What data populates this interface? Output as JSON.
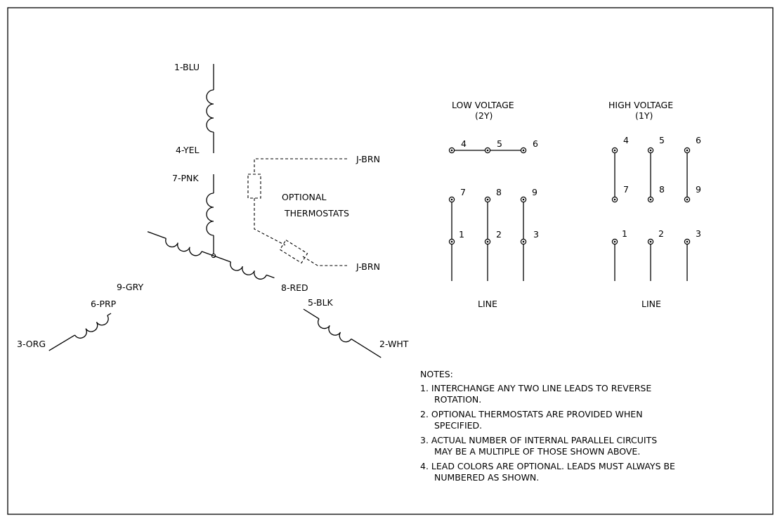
{
  "wye": {
    "leads": {
      "l1": "1-BLU",
      "l4": "4-YEL",
      "l7": "7-PNK",
      "l9": "9-GRY",
      "l6": "6-PRP",
      "l3": "3-ORG",
      "l8": "8-RED",
      "l5": "5-BLK",
      "l2": "2-WHT"
    }
  },
  "thermostats": {
    "label_line1": "OPTIONAL",
    "label_line2": "THERMOSTATS",
    "lead_top": "J-BRN",
    "lead_bottom": "J-BRN"
  },
  "low_voltage": {
    "title": "LOW VOLTAGE",
    "subtitle": "(2Y)",
    "numbers": {
      "t4": "4",
      "t5": "5",
      "t6": "6",
      "t7": "7",
      "t8": "8",
      "t9": "9",
      "t1": "1",
      "t2": "2",
      "t3": "3"
    },
    "line_label": "LINE"
  },
  "high_voltage": {
    "title": "HIGH VOLTAGE",
    "subtitle": "(1Y)",
    "numbers": {
      "t4": "4",
      "t5": "5",
      "t6": "6",
      "t7": "7",
      "t8": "8",
      "t9": "9",
      "t1": "1",
      "t2": "2",
      "t3": "3"
    },
    "line_label": "LINE"
  },
  "notes": {
    "heading": "NOTES:",
    "n1_a": "1.  INTERCHANGE ANY TWO LINE LEADS TO REVERSE",
    "n1_b": "ROTATION.",
    "n2_a": "2.  OPTIONAL THERMOSTATS ARE PROVIDED WHEN",
    "n2_b": "SPECIFIED.",
    "n3_a": "3.  ACTUAL NUMBER OF INTERNAL PARALLEL CIRCUITS",
    "n3_b": "MAY BE A MULTIPLE OF THOSE SHOWN ABOVE.",
    "n4_a": "4.  LEAD COLORS ARE OPTIONAL.  LEADS MUST ALWAYS BE",
    "n4_b": "NUMBERED AS SHOWN."
  }
}
